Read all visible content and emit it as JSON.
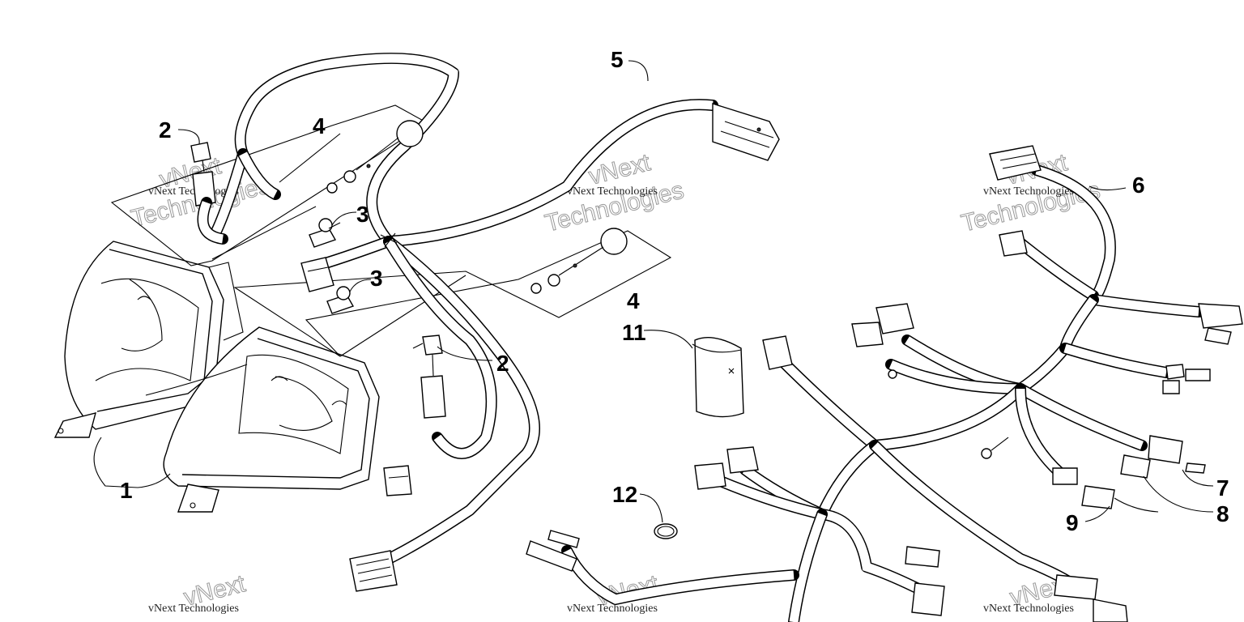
{
  "diagram": {
    "callouts": [
      {
        "id": "callout-1",
        "text": "1"
      },
      {
        "id": "callout-2a",
        "text": "2"
      },
      {
        "id": "callout-2b",
        "text": "2"
      },
      {
        "id": "callout-3a",
        "text": "3"
      },
      {
        "id": "callout-3b",
        "text": "3"
      },
      {
        "id": "callout-4a",
        "text": "4"
      },
      {
        "id": "callout-4b",
        "text": "4"
      },
      {
        "id": "callout-5",
        "text": "5"
      },
      {
        "id": "callout-6",
        "text": "6"
      },
      {
        "id": "callout-7",
        "text": "7"
      },
      {
        "id": "callout-8",
        "text": "8"
      },
      {
        "id": "callout-9",
        "text": "9"
      },
      {
        "id": "callout-11",
        "text": "11"
      },
      {
        "id": "callout-12",
        "text": "12"
      }
    ],
    "watermark": {
      "line": "vNext Technologies",
      "big_top": "vNext",
      "big_bottom": "Technologies"
    },
    "colors": {
      "line": "#000000",
      "background": "#ffffff",
      "watermark": "#999999"
    }
  }
}
